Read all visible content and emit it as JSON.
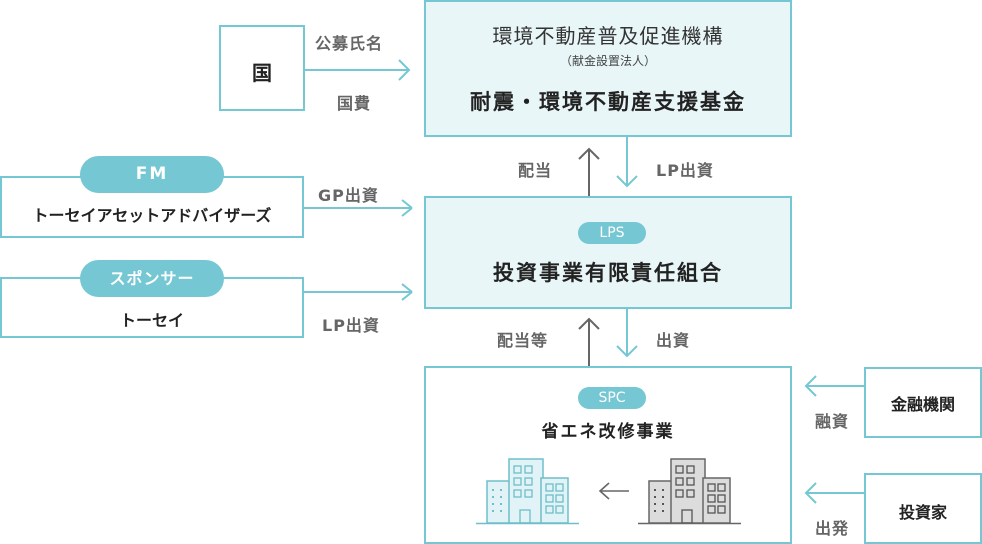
{
  "colors": {
    "accent": "#74c7d3",
    "box_fill": "#e8f6f8",
    "label_text": "#666666",
    "main_text": "#222222",
    "upward_arrow": "#666666"
  },
  "government": {
    "label": "国",
    "arrow_label_top": "公募氏名",
    "arrow_label_bottom": "国費"
  },
  "fund_org": {
    "title": "環境不動産普及促進機構",
    "subtitle": "（献金設置法人）",
    "fund_name": "耐震・環境不動産支援基金"
  },
  "fund_to_lps": {
    "up_label": "配当",
    "down_label": "LP出資"
  },
  "fm": {
    "badge": "FM",
    "name": "トーセイアセットアドバイザーズ",
    "arrow_label": "GP出資"
  },
  "sponsor": {
    "badge": "スポンサー",
    "name": "トーセイ",
    "arrow_label": "LP出資"
  },
  "lps": {
    "badge": "LPS",
    "name": "投資事業有限責任組合"
  },
  "lps_to_spc": {
    "up_label": "配当等",
    "down_label": "出資"
  },
  "spc": {
    "badge": "SPC",
    "name": "省エネ改修事業"
  },
  "bank": {
    "name": "金融機関",
    "arrow_label": "融資"
  },
  "investor": {
    "name": "投資家",
    "arrow_label": "出発"
  }
}
